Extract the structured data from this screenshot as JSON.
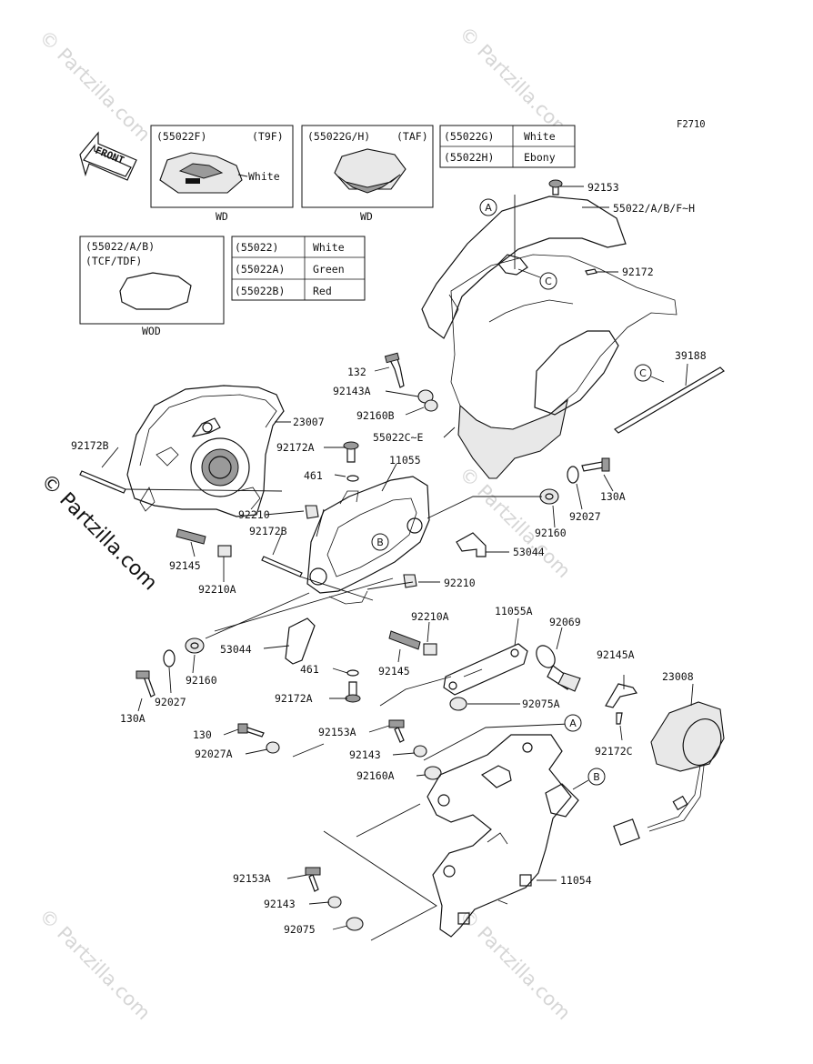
{
  "figure_code": "F2710",
  "watermark": "© Partzilla.com",
  "side_watermark": "© Partzilla.com",
  "front_arrow_label": "FRONT",
  "variant_boxes": {
    "t9f": {
      "part": "(55022F)",
      "code": "(T9F)",
      "color": "White",
      "caption": "WD"
    },
    "taf": {
      "part": "(55022G/H)",
      "code": "(TAF)",
      "caption": "WD"
    },
    "tcf": {
      "part": "(55022/A/B)",
      "code": "(TCF/TDF)",
      "caption": "WOD"
    }
  },
  "color_table_gh": [
    {
      "part": "(55022G)",
      "color": "White"
    },
    {
      "part": "(55022H)",
      "color": "Ebony"
    }
  ],
  "color_table_ab": [
    {
      "part": "(55022)",
      "color": "White"
    },
    {
      "part": "(55022A)",
      "color": "Green"
    },
    {
      "part": "(55022B)",
      "color": "Red"
    }
  ],
  "ref_letters": {
    "a": "A",
    "b": "B",
    "c": "C"
  },
  "part_labels": {
    "p92153": "92153",
    "p55022": "55022/A/B/F~H",
    "p92172": "92172",
    "p39188": "39188",
    "p132": "132",
    "p92143A": "92143A",
    "p92160B": "92160B",
    "p55022C": "55022C~E",
    "p23007": "23007",
    "p92172B_l": "92172B",
    "p92172A_u": "92172A",
    "p461_u": "461",
    "p11055": "11055",
    "p130A_r": "130A",
    "p92027_r": "92027",
    "p92210_u": "92210",
    "p92172B_m": "92172B",
    "p92160_r": "92160",
    "p53044_r": "53044",
    "p92145_l": "92145",
    "p92210A_l": "92210A",
    "p92210_m": "92210",
    "p92210A_m": "92210A",
    "p11055A": "11055A",
    "p92069": "92069",
    "p53044_l": "53044",
    "p461_l": "461",
    "p92145_m": "92145",
    "p92145A": "92145A",
    "p23008": "23008",
    "p92160_l": "92160",
    "p130A_l": "130A",
    "p92027_l": "92027",
    "p92172A_l": "92172A",
    "p92075A": "92075A",
    "p130": "130",
    "p92153A_u": "92153A",
    "p92027A": "92027A",
    "p92143_u": "92143",
    "p92160A": "92160A",
    "p92172C": "92172C",
    "p11054": "11054",
    "p92153A_l": "92153A",
    "p92143_l": "92143",
    "p92075": "92075"
  }
}
